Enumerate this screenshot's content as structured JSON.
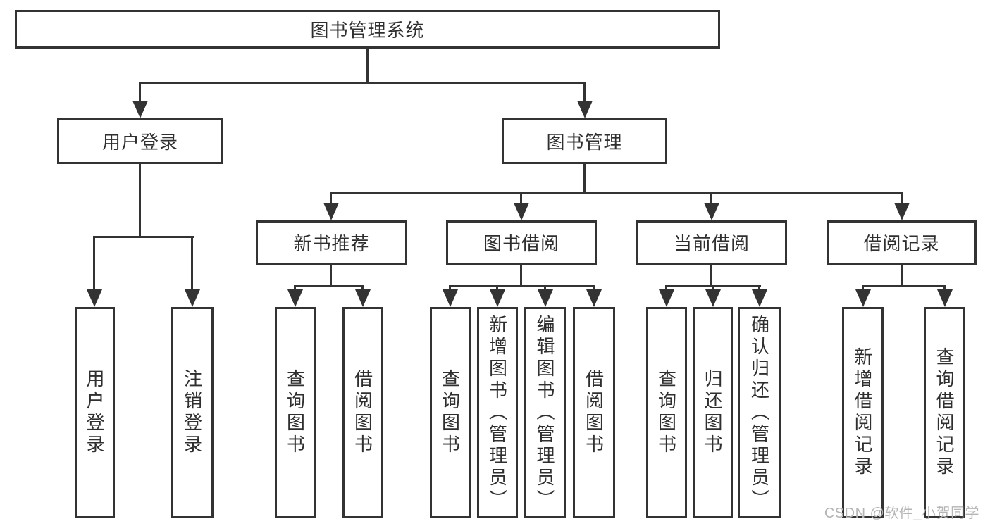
{
  "diagram": {
    "root": {
      "label": "图书管理系统"
    },
    "branches": [
      {
        "label": "用户登录",
        "children": [
          {
            "label": "用户登录"
          },
          {
            "label": "注销登录"
          }
        ]
      },
      {
        "label": "图书管理",
        "children": [
          {
            "label": "新书推荐",
            "children": [
              {
                "label": "查询图书"
              },
              {
                "label": "借阅图书"
              }
            ]
          },
          {
            "label": "图书借阅",
            "children": [
              {
                "label": "查询图书"
              },
              {
                "label": "新增图书（管理员）"
              },
              {
                "label": "编辑图书（管理员）"
              },
              {
                "label": "借阅图书"
              }
            ]
          },
          {
            "label": "当前借阅",
            "children": [
              {
                "label": "查询图书"
              },
              {
                "label": "归还图书"
              },
              {
                "label": "确认归还（管理员）"
              }
            ]
          },
          {
            "label": "借阅记录",
            "children": [
              {
                "label": "新增借阅记录"
              },
              {
                "label": "查询借阅记录"
              }
            ]
          }
        ]
      }
    ],
    "watermark": "CSDN @软件_小贺同学",
    "colors": {
      "line": "#333333",
      "text": "#2f2f2f",
      "background": "#ffffff",
      "watermark": "#b5b5b5"
    }
  }
}
